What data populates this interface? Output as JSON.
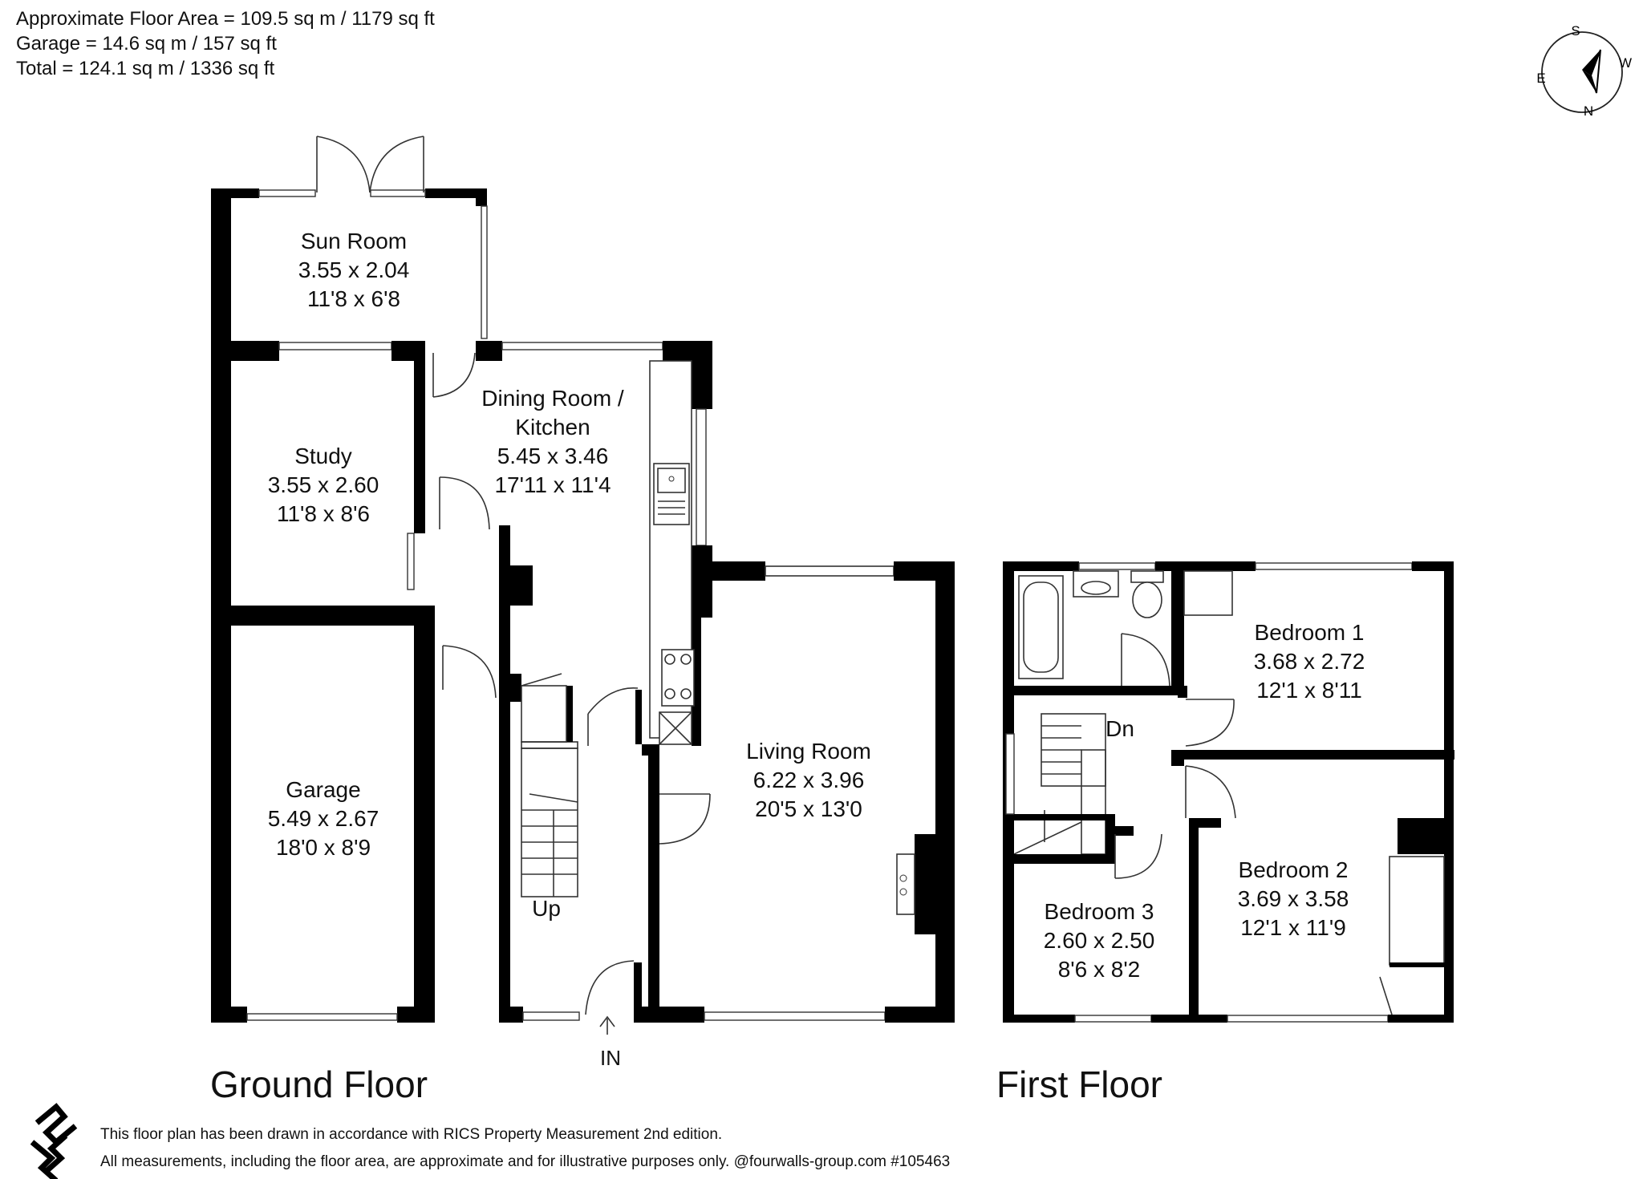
{
  "header": {
    "area_line1": "Approximate Floor Area = 109.5 sq m / 1179 sq ft",
    "area_line2": "Garage = 14.6 sq m / 157 sq ft",
    "area_line3": "Total = 124.1 sq m / 1336 sq ft"
  },
  "compass": {
    "s": "S",
    "w": "W",
    "e": "E",
    "n": "N"
  },
  "ground_floor": {
    "title": "Ground Floor",
    "rooms": [
      {
        "name": "Sun Room",
        "metric": "3.55 x 2.04",
        "imperial": "11'8 x 6'8"
      },
      {
        "name": "Study",
        "metric": "3.55 x 2.60",
        "imperial": "11'8 x 8'6"
      },
      {
        "name": "Dining Room /",
        "name2": "Kitchen",
        "metric": "5.45 x 3.46",
        "imperial": "17'11 x 11'4"
      },
      {
        "name": "Garage",
        "metric": "5.49 x 2.67",
        "imperial": "18'0 x 8'9"
      },
      {
        "name": "Living Room",
        "metric": "6.22 x 3.96",
        "imperial": "20'5 x 13'0"
      }
    ],
    "stairs_label": "Up",
    "entrance_label": "IN"
  },
  "first_floor": {
    "title": "First Floor",
    "rooms": [
      {
        "name": "Bedroom 1",
        "metric": "3.68 x 2.72",
        "imperial": "12'1 x 8'11"
      },
      {
        "name": "Bedroom 2",
        "metric": "3.69 x 3.58",
        "imperial": "12'1 x 11'9"
      },
      {
        "name": "Bedroom 3",
        "metric": "2.60 x 2.50",
        "imperial": "8'6 x 8'2"
      }
    ],
    "stairs_label": "Dn"
  },
  "footer": {
    "line1": "This floor plan has been drawn in accordance with RICS Property Measurement 2nd edition.",
    "line2": "All measurements, including the floor area, are approximate and for illustrative purposes only. @fourwalls-group.com #105463"
  },
  "colors": {
    "wall": "#000000",
    "text": "#111111",
    "background": "#ffffff"
  },
  "icons": [
    "compass-icon",
    "fourwalls-logo-icon"
  ]
}
